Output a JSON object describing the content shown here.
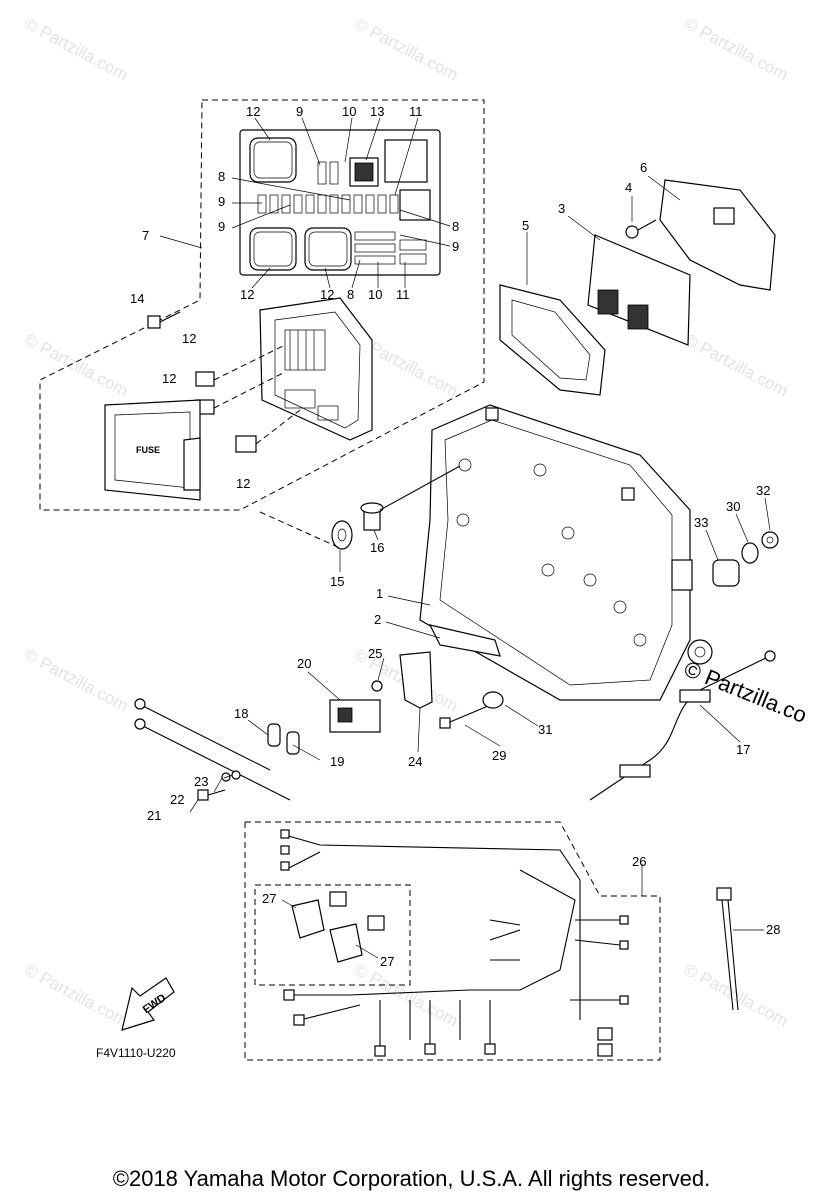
{
  "watermark": "© Partzilla.com",
  "brand_mark": "© Partzilla.co",
  "diagram_code": "F4V1110-U220",
  "copyright": "©2018  Yamaha Motor Corporation, U.S.A. All rights reserved.",
  "fwd_label": "FWD",
  "fuse_label": "FUSE",
  "callouts": {
    "c12a": "12",
    "c9a": "9",
    "c10a": "10",
    "c13": "13",
    "c11a": "11",
    "c8a": "8",
    "c9b": "9",
    "c9c": "9",
    "c8b": "8",
    "c9d": "9",
    "c12b": "12",
    "c12c": "12",
    "c8c": "8",
    "c10b": "10",
    "c11b": "11",
    "c7": "7",
    "c14": "14",
    "c12d": "12",
    "c12e": "12",
    "c12f": "12",
    "c6": "6",
    "c4": "4",
    "c3": "3",
    "c5": "5",
    "c32": "32",
    "c30": "30",
    "c33": "33",
    "c16": "16",
    "c15": "15",
    "c1": "1",
    "c2": "2",
    "c20": "20",
    "c25": "25",
    "c18": "18",
    "c24": "24",
    "c29": "29",
    "c31": "31",
    "c17": "17",
    "c23": "23",
    "c22": "22",
    "c21": "21",
    "c19": "19",
    "c26": "26",
    "c27a": "27",
    "c27b": "27",
    "c28": "28"
  }
}
